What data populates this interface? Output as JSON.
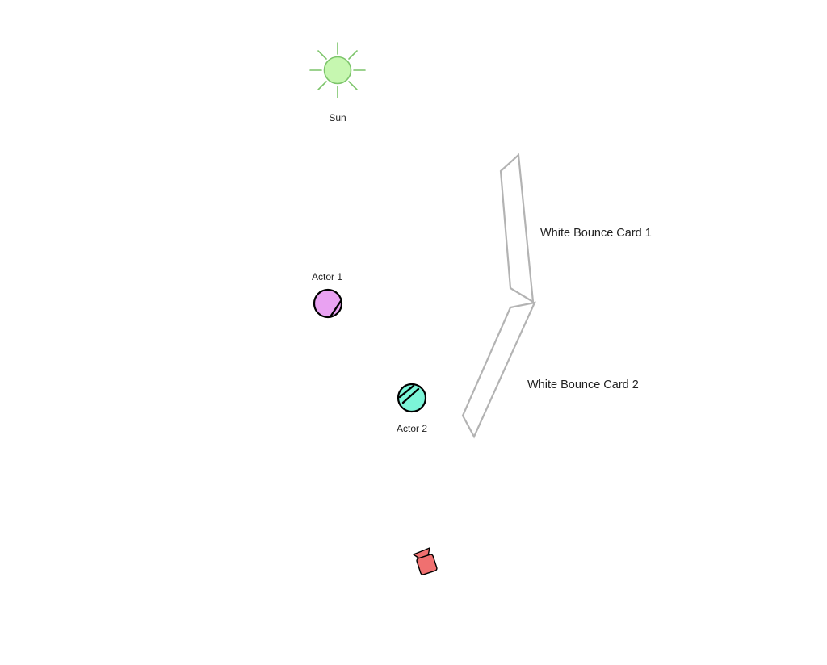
{
  "sun": {
    "label": "Sun",
    "fill": "#c6f7b0",
    "stroke": "#7cc46a",
    "icon": "sun-icon"
  },
  "bounce_cards": [
    {
      "label": "White Bounce Card 1",
      "stroke": "#b3b3b3"
    },
    {
      "label": "White Bounce Card 2",
      "stroke": "#b3b3b3"
    }
  ],
  "actors": [
    {
      "label": "Actor 1",
      "fill": "#e9a2f2",
      "icon": "actor-icon"
    },
    {
      "label": "Actor 2",
      "fill": "#7cf5d8",
      "icon": "actor-icon"
    }
  ],
  "camera": {
    "fill": "#f07070",
    "stroke": "#000000",
    "icon": "camera-icon"
  }
}
